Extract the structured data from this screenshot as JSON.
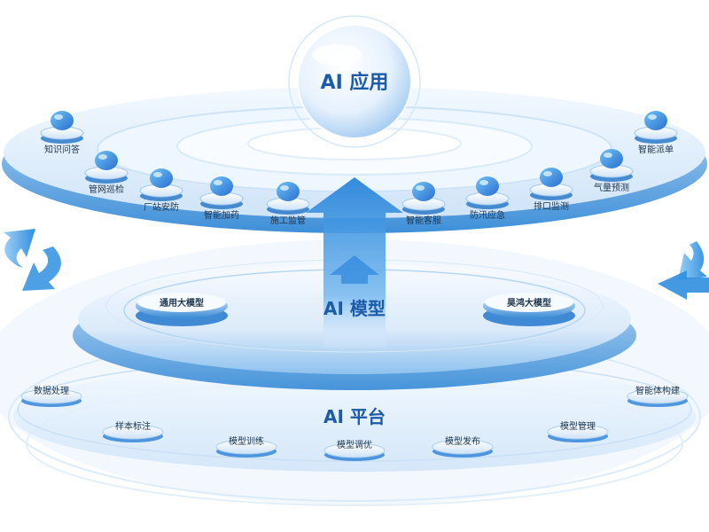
{
  "colors": {
    "accent": "#2f8fe0",
    "title": "#1b5ba8",
    "label": "#21384f"
  },
  "app_layer": {
    "title": "AI 应用",
    "items": [
      {
        "label": "知识问答",
        "icon": "chat-bubble-icon"
      },
      {
        "label": "管网巡检",
        "icon": "map-pin-icon"
      },
      {
        "label": "厂站安防",
        "icon": "shield-icon"
      },
      {
        "label": "智能加药",
        "icon": "medicine-icon"
      },
      {
        "label": "施工监管",
        "icon": "construction-worker-icon"
      },
      {
        "label": "智能客服",
        "icon": "customer-service-icon"
      },
      {
        "label": "防汛应急",
        "icon": "umbrella-icon"
      },
      {
        "label": "排口监测",
        "icon": "outfall-monitor-icon"
      },
      {
        "label": "气量预测",
        "icon": "gas-forecast-icon"
      },
      {
        "label": "智能派单",
        "icon": "dispatch-icon"
      }
    ]
  },
  "model_layer": {
    "title": "AI 模型",
    "left_model": "通用大模型",
    "right_model": "昊鸿大模型"
  },
  "platform_layer": {
    "title": "AI 平台",
    "items": [
      "数据处理",
      "样本标注",
      "模型训练",
      "模型调优",
      "模型发布",
      "模型管理",
      "智能体构建"
    ]
  }
}
